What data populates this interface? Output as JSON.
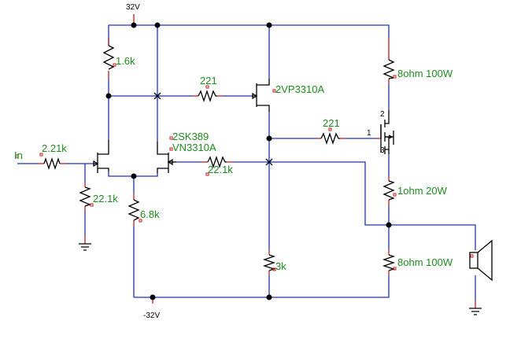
{
  "rails": {
    "positive": "32V",
    "negative": "-32V"
  },
  "input_label": "In",
  "labels": {
    "r_in": "2.21k",
    "r_bias": "22.1k",
    "r_top_left": "1.6k",
    "r_tail": "6.8k",
    "r_gate_p": "221",
    "r_gate_n": "221",
    "r_feedback": "22.1k",
    "r_low": "3k",
    "r_load_top": "8ohm 100W",
    "r_sense": "1ohm 20W",
    "r_load_bot": "8ohm 100W",
    "q_pair": "2SK389",
    "q_driver_n": "VN3310A",
    "q_driver_p": "2VP3310A"
  },
  "mosfet_pins": {
    "gate": "1",
    "drain": "2",
    "source": "3"
  },
  "colors": {
    "wire": "#1f2fd0",
    "lead": "#c41a1a",
    "label": "#1e8a1e",
    "component": "#000000"
  }
}
